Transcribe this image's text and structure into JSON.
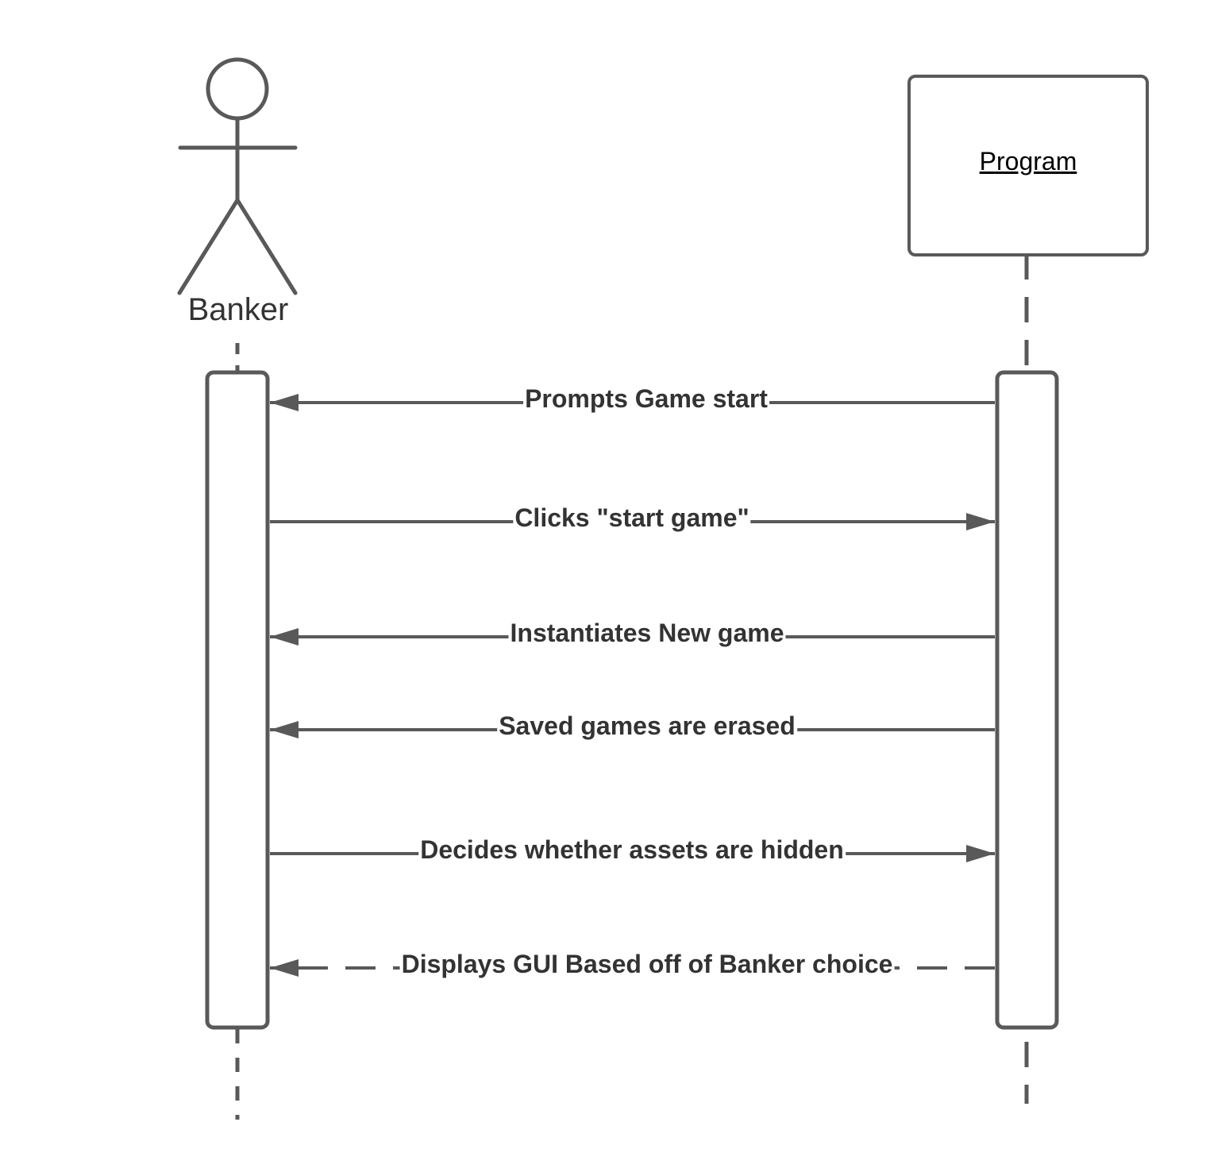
{
  "colors": {
    "line": "#595959",
    "text": "#333333"
  },
  "participants": {
    "actor": {
      "name": "Banker",
      "icon": "stick-figure-icon"
    },
    "object": {
      "name": "Program"
    }
  },
  "messages": [
    {
      "label": "Prompts Game start",
      "from": "Program",
      "to": "Banker",
      "style": "solid"
    },
    {
      "label": "Clicks \"start game\"",
      "from": "Banker",
      "to": "Program",
      "style": "solid"
    },
    {
      "label": "Instantiates New game",
      "from": "Program",
      "to": "Banker",
      "style": "solid"
    },
    {
      "label": "Saved games are erased",
      "from": "Program",
      "to": "Banker",
      "style": "solid"
    },
    {
      "label": "Decides whether assets are hidden",
      "from": "Banker",
      "to": "Program",
      "style": "solid"
    },
    {
      "label": "Displays GUI Based off of Banker choice",
      "from": "Program",
      "to": "Banker",
      "style": "dashed"
    }
  ]
}
